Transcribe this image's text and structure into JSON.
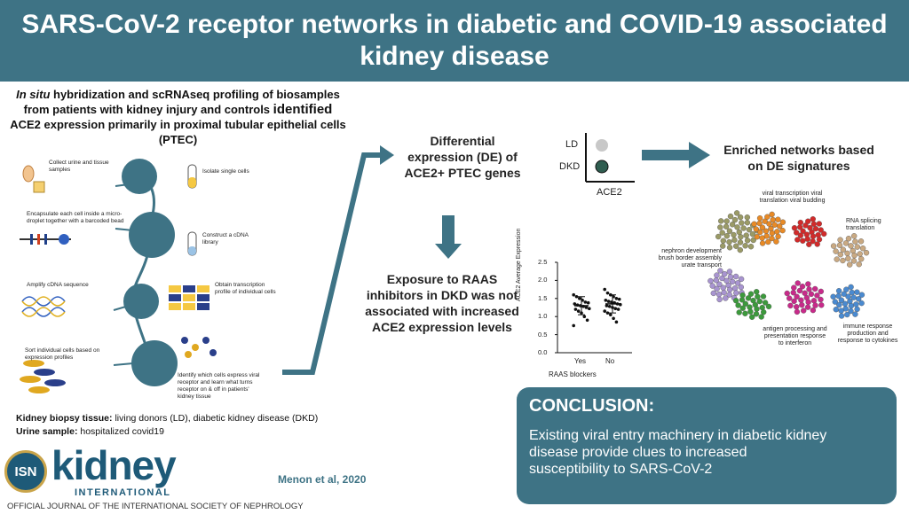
{
  "header": {
    "title": "SARS-CoV-2 receptor networks in diabetic and COVID-19 associated kidney disease"
  },
  "intro": {
    "italic_part": "In situ",
    "part1": " hybridization and scRNAseq profiling of biosamples from patients with kidney injury and controls ",
    "emphasis": "identified",
    "part2": " ACE2 expression primarily in proximal tubular epithelial cells (PTEC)"
  },
  "workflow": {
    "collect": "Collect urine and tissue samples",
    "isolate": "Isolate single cells",
    "encapsulate": "Encapsulate each cell inside a micro-droplet together with a barcoded bead",
    "construct": "Construct a cDNA library",
    "amplify": "Amplify cDNA sequence",
    "obtain": "Obtain transcription profile of individual cells",
    "sort": "Sort individual cells based on expression profiles",
    "identify": "Identify which cells express viral receptor and learn what turns receptor on & off in patients' kidney tissue"
  },
  "samples": {
    "biopsy_label": "Kidney biopsy tissue:",
    "biopsy_text": " living donors (LD), diabetic kidney disease (DKD)",
    "urine_label": "Urine sample:",
    "urine_text": " hospitalized covid19"
  },
  "de": {
    "text": "Differential expression (DE) of ACE2+ PTEC genes",
    "ld": "LD",
    "dkd": "DKD",
    "axis": "ACE2"
  },
  "networks": {
    "title": "Enriched networks based on DE signatures",
    "viral": "viral transcription viral translation viral budding",
    "rna": "RNA splicing translation",
    "nephron": "nephron development brush border assembly urate transport",
    "antigen": "antigen processing and presentation response to interferon",
    "immune": "immune response production and response to cytokines"
  },
  "raas": {
    "text": "Exposure to RAAS inhibitors in DKD was not associated with increased ACE2 expression levels"
  },
  "chart_data": {
    "type": "scatter",
    "categories": [
      "Yes",
      "No"
    ],
    "ylabel": "ACE2 Average Expression",
    "xlabel": "RAAS blockers",
    "ylim": [
      0,
      2.5
    ],
    "yticks": [
      "0.0",
      "0.5",
      "1.0",
      "1.5",
      "2.0",
      "2.5"
    ],
    "series": [
      {
        "values": [
          1.6,
          1.55,
          1.5,
          1.45,
          1.4,
          1.38,
          1.35,
          1.32,
          1.3,
          1.28,
          1.25,
          1.22,
          1.2,
          1.15,
          1.1,
          1.0,
          0.9,
          0.75
        ],
        "mean": 1.3,
        "sd": 0.25
      },
      {
        "values": [
          1.75,
          1.65,
          1.6,
          1.55,
          1.5,
          1.48,
          1.45,
          1.42,
          1.4,
          1.38,
          1.35,
          1.33,
          1.3,
          1.28,
          1.25,
          1.22,
          1.2,
          1.15,
          1.1,
          1.05,
          0.95,
          0.85
        ],
        "mean": 1.35,
        "sd": 0.25
      }
    ]
  },
  "conclusion": {
    "heading": "CONCLUSION:",
    "body": "Existing viral entry machinery in diabetic kidney disease provide clues to increased susceptibility to SARS-CoV-2"
  },
  "citation": "Menon et al, 2020",
  "logo": {
    "badge": "ISN",
    "name": "kidney",
    "sub": "INTERNATIONAL",
    "tagline": "OFFICIAL JOURNAL OF THE INTERNATIONAL SOCIETY OF NEPHROLOGY"
  },
  "colors": {
    "teal": "#3e7385",
    "arrow": "#3e7385",
    "ld_dot": "#c8c8c8",
    "dkd_dot": "#2f5d50"
  }
}
